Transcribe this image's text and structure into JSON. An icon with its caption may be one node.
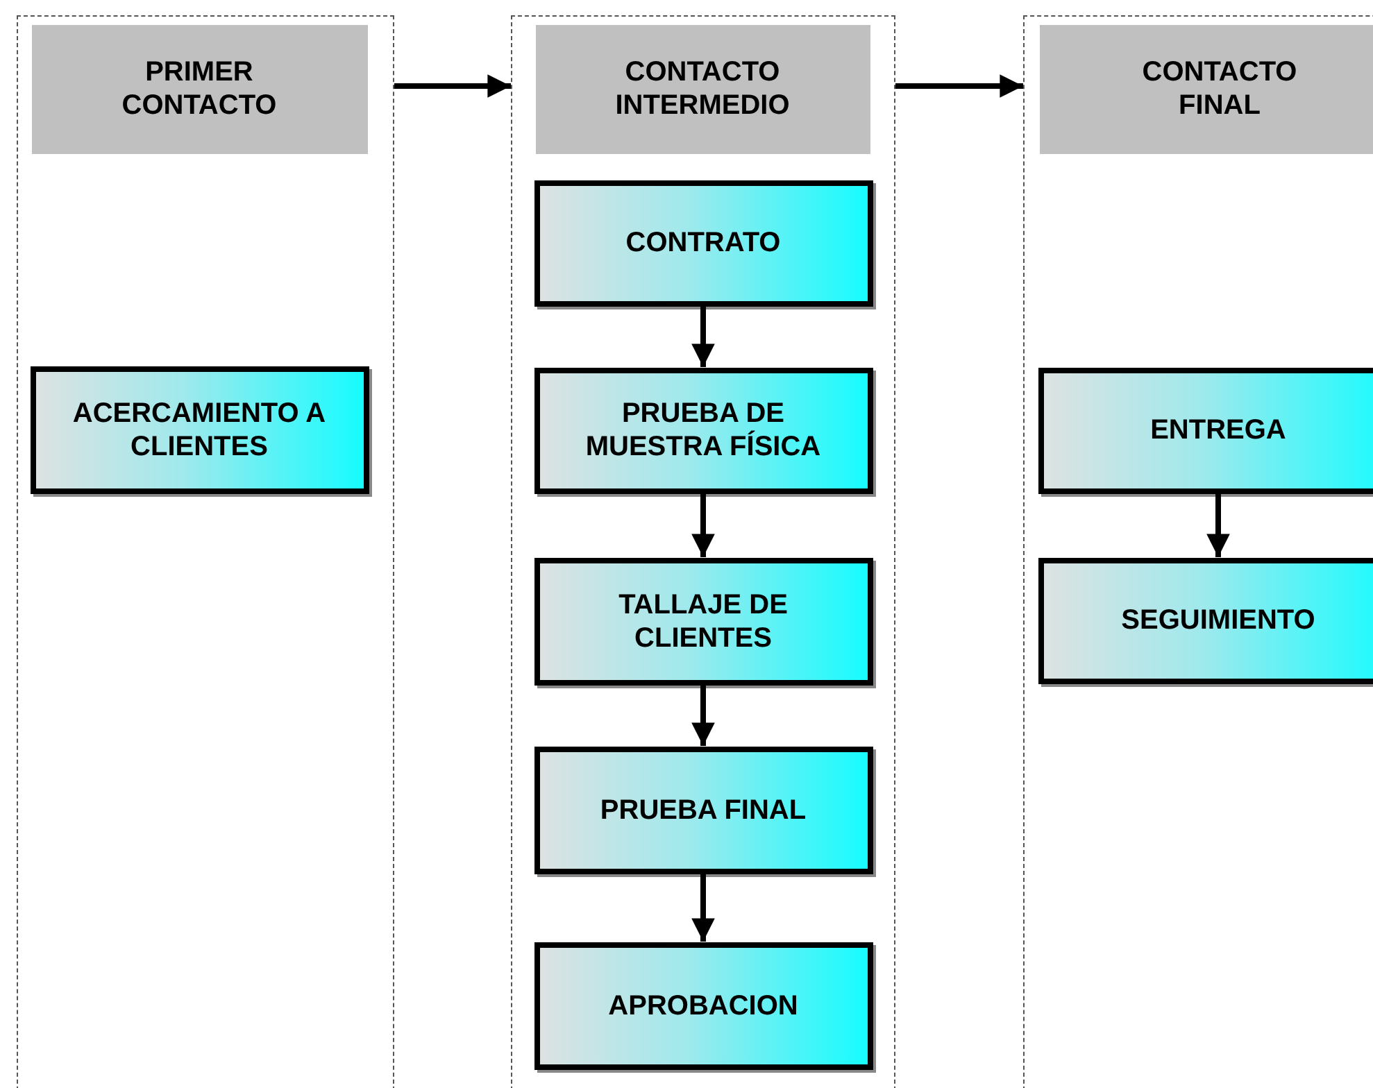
{
  "diagram": {
    "nodes": [
      {
        "text": [],
        "shape": "box"
      },
      {
        "text": [
          "PRIMER CONTACTO"
        ],
        "in": 0
      },
      {
        "text": [
          "ACERCAMIENTO A CLIENTES"
        ],
        "in": 0
      },
      {
        "text": [],
        "shape": "box"
      },
      {
        "text": [
          "CONTACTO INTERMEDIO"
        ],
        "in": 3
      },
      {
        "text": [
          "CONTRATO"
        ],
        "in": 3
      },
      {
        "text": [
          "PRUEBA DE MUESTRA FÍSICA"
        ],
        "in": 3
      },
      {
        "text": [
          "TALLAJE DE CLIENTES"
        ],
        "in": 3
      },
      {
        "text": [
          "PRUEBA FINAL"
        ],
        "in": 3
      },
      {
        "text": [
          "APROBACION"
        ],
        "in": 3
      },
      {
        "text": [],
        "shape": "box"
      },
      {
        "text": [
          "CONTACTO FINAL"
        ],
        "in": 10
      },
      {
        "text": [
          "ENTREGA"
        ],
        "in": 10
      },
      {
        "text": [
          "SEGUIMIENTO"
        ],
        "in": 10
      }
    ],
    "edges": [
      {
        "from": 0,
        "to": 3,
        "arrow": "to"
      },
      {
        "from": 3,
        "to": 10,
        "arrow": "to"
      },
      {
        "from": 5,
        "to": 6,
        "arrow": "to"
      },
      {
        "from": 6,
        "to": 7,
        "arrow": "to"
      },
      {
        "from": 7,
        "to": 8,
        "arrow": "to"
      },
      {
        "from": 8,
        "to": 9,
        "arrow": "to"
      },
      {
        "from": 12,
        "to": 13,
        "arrow": "to"
      }
    ]
  }
}
